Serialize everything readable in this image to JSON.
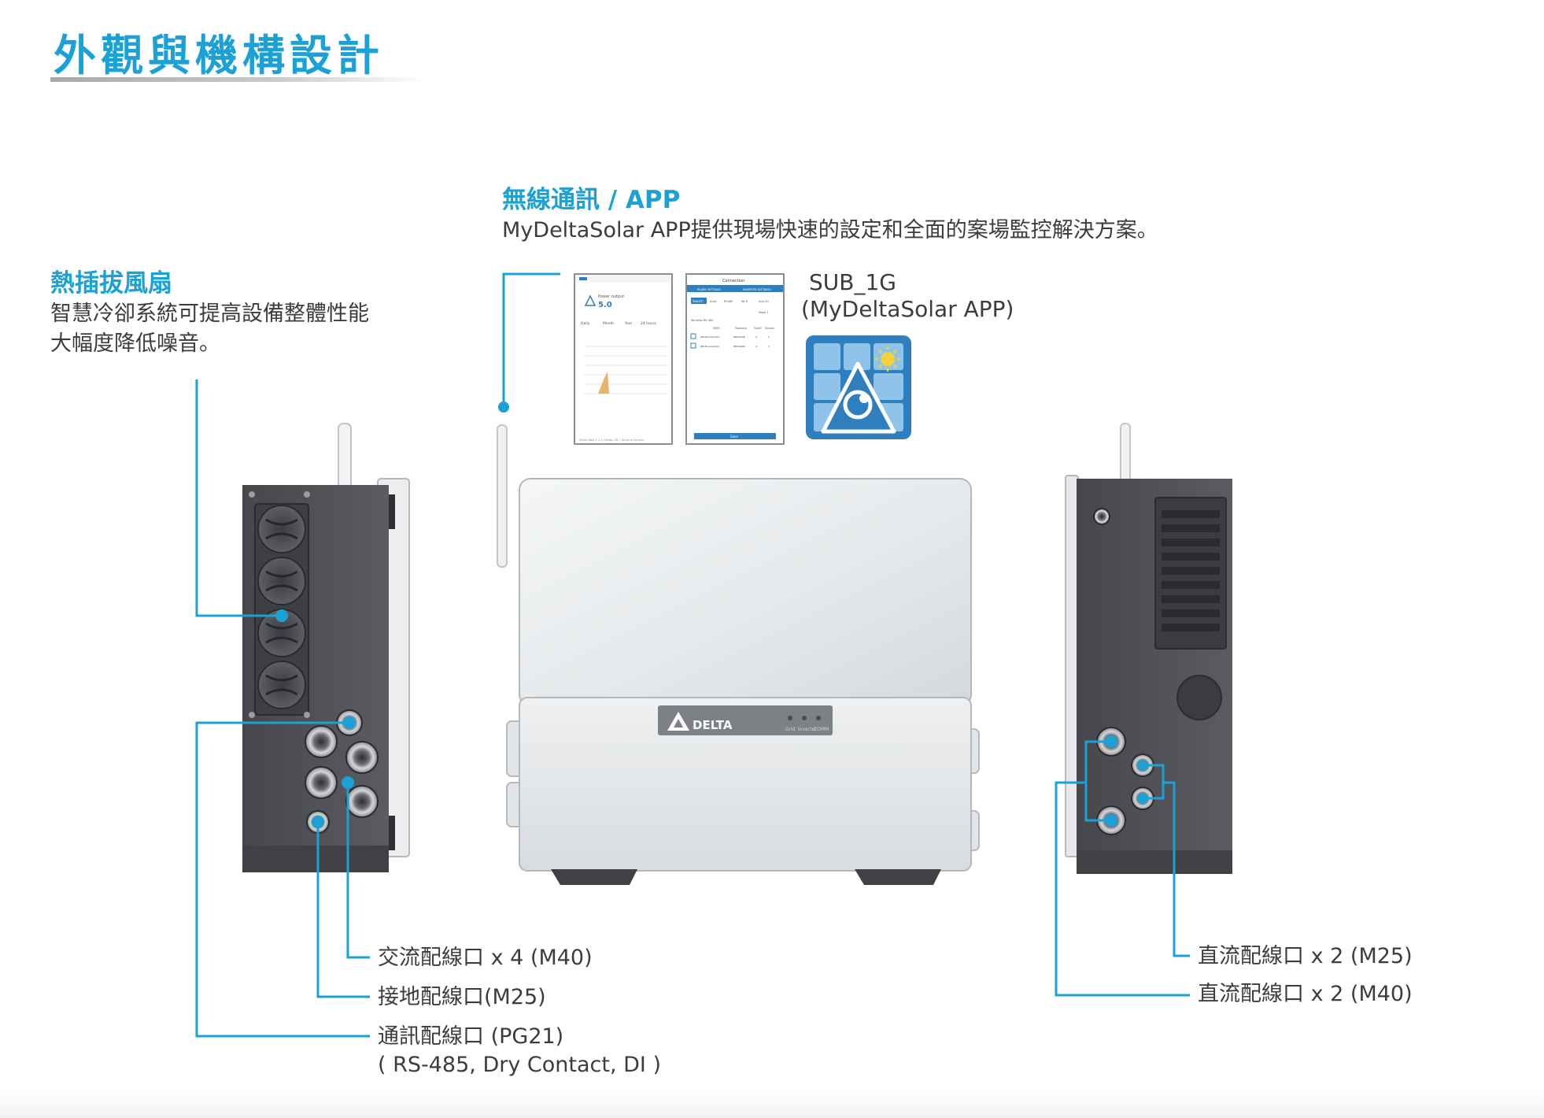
{
  "page": {
    "title": "外觀與機構設計"
  },
  "sections": {
    "fan": {
      "heading": "熱插拔風扇",
      "lines": [
        "智慧冷卻系統可提高設備整體性能",
        "大幅度降低噪音。"
      ]
    },
    "wireless": {
      "heading": "無線通訊 / APP",
      "description": "MyDeltaSolar APP提供現場快速的設定和全面的案場監控解決方案。"
    },
    "app_badge": {
      "line1": "SUB_1G",
      "line2": "(MyDeltaSolar APP)"
    }
  },
  "phone_screens": {
    "left": {
      "power_label": "Power output",
      "power_value": "5.0",
      "tabs": [
        "Daily",
        "Month",
        "Year",
        "24 hours"
      ],
      "footer": "Share Note 1.1.1 | Delta CSL | Terms of Service"
    },
    "right": {
      "title": "Connection",
      "tabs": [
        "RS485 SETTINGS",
        "INVERTER SETTINGS"
      ],
      "button": "Search",
      "options": [
        "Auto",
        "RS485",
        "Wi-Fi",
        "Sub-1G"
      ],
      "mode": "Mode 1",
      "section_label": "Wireless RS-485",
      "columns": [
        "SN/ID",
        "Password",
        "SubID",
        "Section"
      ],
      "rows": [
        {
          "sn": "DELTA-xxxxxxxx",
          "pw": "DELTA426",
          "id": "4",
          "sec": "1"
        },
        {
          "sn": "DELTA-xxxxxxxx",
          "pw": "DELTA426",
          "id": "4",
          "sec": "1"
        }
      ],
      "save": "Save"
    }
  },
  "device": {
    "brand": "DELTA",
    "leds": [
      "Grid",
      "Inverter",
      "COMM"
    ]
  },
  "callouts": {
    "left": [
      {
        "text": "交流配線口 x 4 (M40)"
      },
      {
        "text": "接地配線口(M25)"
      },
      {
        "text": "通訊配線口 (PG21)",
        "sub": "( RS-485, Dry Contact, DI )"
      }
    ],
    "right": [
      {
        "text": "直流配線口 x 2 (M25)"
      },
      {
        "text": "直流配線口 x 2 (M40)"
      }
    ]
  },
  "colors": {
    "accent": "#1ba1d6",
    "body_text": "#3c3c3c",
    "chassis_dark": "#4f5156",
    "chassis_light": "#e9ecee",
    "app_icon_blue": "#2f7fbf"
  },
  "icons": {
    "fan": "cooling-fan-icon",
    "app": "mydeltasolar-app-icon",
    "logo": "delta-logo-icon"
  }
}
